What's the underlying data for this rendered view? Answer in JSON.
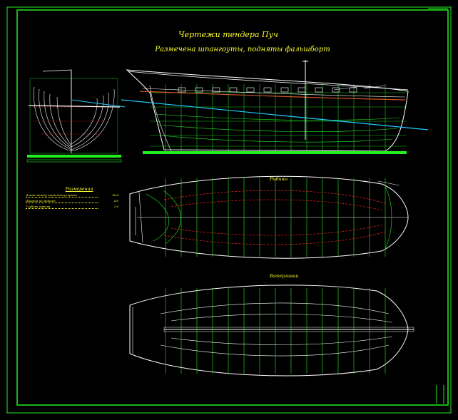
{
  "drawing": {
    "title": "Чертежи тендера Пуч",
    "subtitle": "Размечена шпангоуты, подняты фальшборт",
    "plan_label": "Рыбины",
    "waterlines_label": "Ватерлинии",
    "legend": {
      "title": "Размерения",
      "rows": [
        {
          "label": "Длина между перпендикулярами",
          "value": "16,8"
        },
        {
          "label": "Ширина по миделю",
          "value": "4,6"
        },
        {
          "label": "Глубина трюма",
          "value": "2,0"
        }
      ]
    },
    "colors": {
      "frame": "#22ee22",
      "outline": "#ffffff",
      "grid": "#22ee22",
      "hidden": "#ff2222",
      "water": "#22ccff",
      "text": "#ffff33",
      "deck": "#cc5522"
    }
  }
}
